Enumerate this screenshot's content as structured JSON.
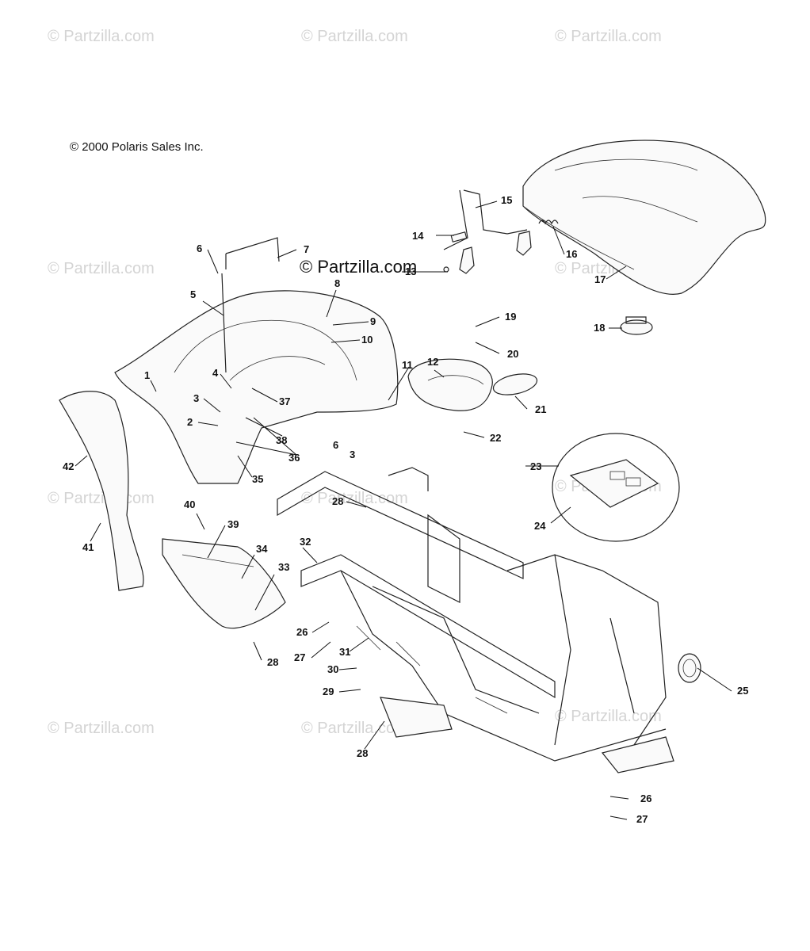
{
  "copyright": "© 2000 Polaris Sales Inc.",
  "watermark": "© Partzilla.com",
  "watermark_center": "© Partzilla.com",
  "callouts": [
    "1",
    "2",
    "3",
    "3",
    "4",
    "5",
    "6",
    "6",
    "7",
    "8",
    "9",
    "10",
    "11",
    "12",
    "13",
    "14",
    "15",
    "16",
    "17",
    "18",
    "19",
    "20",
    "21",
    "22",
    "23",
    "24",
    "25",
    "26",
    "26",
    "27",
    "27",
    "28",
    "28",
    "28",
    "29",
    "30",
    "31",
    "32",
    "33",
    "34",
    "35",
    "36",
    "37",
    "38",
    "39",
    "40",
    "41",
    "42"
  ]
}
